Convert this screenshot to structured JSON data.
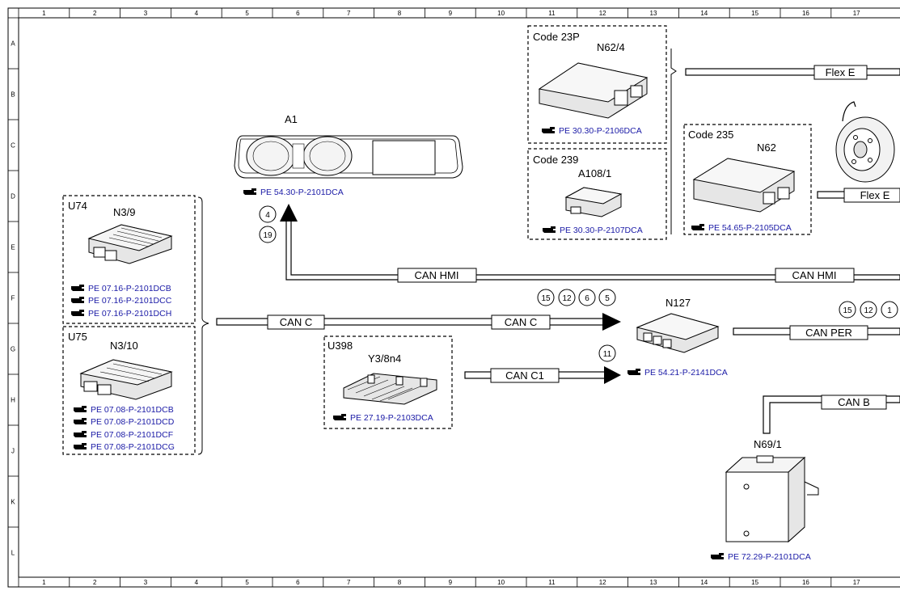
{
  "grid": {
    "columns": [
      "1",
      "2",
      "3",
      "4",
      "5",
      "6",
      "7",
      "8",
      "9",
      "10",
      "11",
      "12",
      "13",
      "14",
      "15",
      "16",
      "17"
    ],
    "rows": [
      "A",
      "B",
      "C",
      "D",
      "E",
      "F",
      "G",
      "H",
      "J",
      "K",
      "L"
    ]
  },
  "components": {
    "a1": {
      "id": "A1",
      "ref": "PE 54.30-P-2101DCA",
      "callouts": [
        "4",
        "19"
      ]
    },
    "u74": {
      "group": "U74",
      "id": "N3/9",
      "refs": [
        "PE 07.16-P-2101DCB",
        "PE 07.16-P-2101DCC",
        "PE 07.16-P-2101DCH"
      ]
    },
    "u75": {
      "group": "U75",
      "id": "N3/10",
      "refs": [
        "PE 07.08-P-2101DCB",
        "PE 07.08-P-2101DCD",
        "PE 07.08-P-2101DCF",
        "PE 07.08-P-2101DCG"
      ]
    },
    "code23p": {
      "group": "Code 23P",
      "id": "N62/4",
      "ref": "PE 30.30-P-2106DCA"
    },
    "code239": {
      "group": "Code 239",
      "id": "A108/1",
      "ref": "PE 30.30-P-2107DCA"
    },
    "code235": {
      "group": "Code 235",
      "id": "N62",
      "ref": "PE 54.65-P-2105DCA"
    },
    "u398": {
      "group": "U398",
      "id": "Y3/8n4",
      "ref": "PE 27.19-P-2103DCA"
    },
    "n127": {
      "id": "N127",
      "ref": "PE 54.21-P-2141DCA",
      "callouts_c": [
        "15",
        "12",
        "6",
        "5"
      ],
      "callouts_c1": [
        "11"
      ]
    },
    "n69_1": {
      "id": "N69/1",
      "ref": "PE 72.29-P-2101DCA"
    }
  },
  "buses": {
    "flex_e_top": "Flex E",
    "flex_e_mid": "Flex E",
    "can_hmi_left": "CAN HMI",
    "can_hmi_right": "CAN HMI",
    "can_c_left": "CAN C",
    "can_c_right": "CAN C",
    "can_c1": "CAN C1",
    "can_per": "CAN PER",
    "can_b": "CAN B",
    "can_per_callouts": [
      "15",
      "12",
      "1"
    ]
  },
  "icons": {
    "reference_hand": "pointing-hand-icon"
  }
}
